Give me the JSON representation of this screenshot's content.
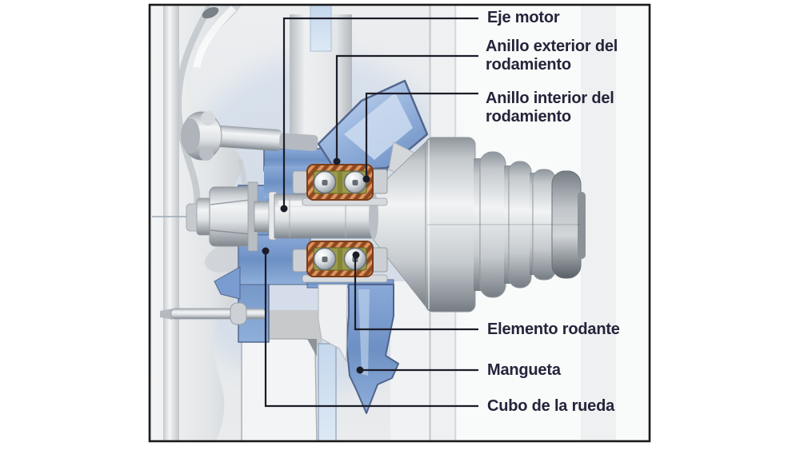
{
  "figure": {
    "type": "technical-cutaway-diagram",
    "subject": "Conjunto cubo de rueda / rodamiento (corte transversal)",
    "labels": {
      "eje_motor": "Eje motor",
      "anillo_exterior": "Anillo exterior del rodamiento",
      "anillo_interior": "Anillo interior del rodamiento",
      "elemento_rodante": "Elemento rodante",
      "mangueta": "Mangueta",
      "cubo_rueda": "Cubo de la rueda"
    },
    "colors": {
      "frame_border": "#1a1a1a",
      "label_text": "#24243a",
      "leader_line": "#1c1c28",
      "knuckle_blue": "#8fafda",
      "knuckle_blue_light": "#cddcf0",
      "bearing_ring_orange": "#bc6a38",
      "bearing_cage_olive": "#9a9a4a",
      "metal_light": "#f2f4f5",
      "metal_dark": "#7f868d",
      "background": "#e8ebed"
    }
  }
}
